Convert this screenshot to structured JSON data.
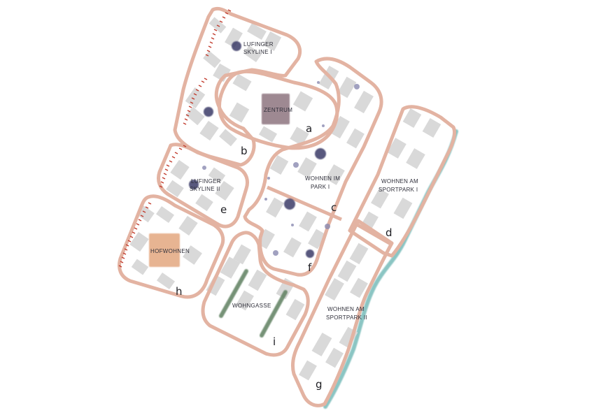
{
  "map": {
    "colors": {
      "outline": "#e3b3a2",
      "building": "#d9d9d9",
      "tree": "#3b3a68",
      "water": "#7fbfbd",
      "zentrum": "#8e7480",
      "hofwohnen": "#e3a77f",
      "hatch": "#c0392b",
      "hedge": "#5f8060"
    },
    "areas": {
      "a": {
        "letter": "a",
        "label": "ZENTRUM"
      },
      "b": {
        "letter": "b",
        "label_line1": "LUFINGER",
        "label_line2": "SKYLINE I"
      },
      "c": {
        "letter": "c",
        "label_line1": "WOHNEN IM",
        "label_line2": "PARK I"
      },
      "d": {
        "letter": "d",
        "label_line1": "WOHNEN AM",
        "label_line2": "SPORTPARK I"
      },
      "e": {
        "letter": "e",
        "label_line1": "LUFINGER",
        "label_line2": "SKYLINE II"
      },
      "f": {
        "letter": "f"
      },
      "g": {
        "letter": "g",
        "label_line1": "WOHNEN AM",
        "label_line2": "SPORTPARK II"
      },
      "h": {
        "letter": "h",
        "label": "HOFWOHNEN"
      },
      "i": {
        "letter": "i",
        "label": "WOHNGASSE"
      }
    }
  }
}
